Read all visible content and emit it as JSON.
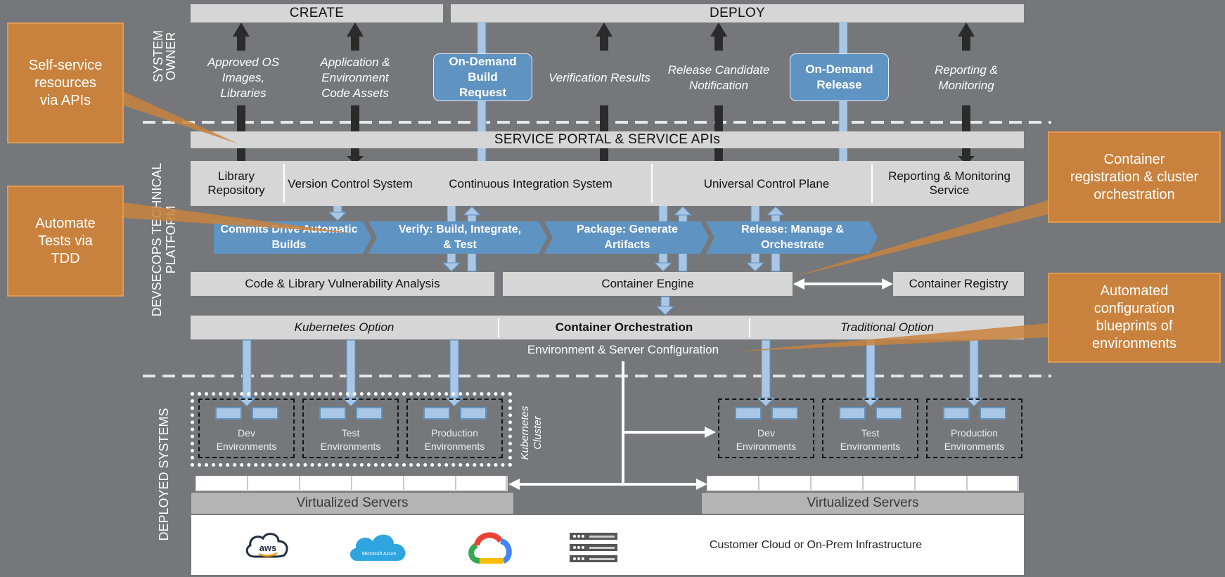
{
  "phases": {
    "create": "CREATE",
    "deploy": "DEPLOY"
  },
  "side_labels": {
    "system_owner": [
      "SYSTEM",
      "OWNER"
    ],
    "devsecops": [
      "DEVSECOPS TECHNICAL",
      "PLATFORM"
    ],
    "deployed": "DEPLOYED SYSTEMS"
  },
  "owner_items": [
    {
      "lines": [
        "Approved OS",
        "Images,",
        "Libraries"
      ]
    },
    {
      "lines": [
        "Application &",
        "Environment",
        "Code Assets"
      ]
    },
    {
      "lines": [
        "Verification Results"
      ]
    },
    {
      "lines": [
        "Release Candidate",
        "Notification"
      ]
    },
    {
      "lines": [
        "Reporting &",
        "Monitoring"
      ]
    }
  ],
  "on_demand": {
    "build": [
      "On-Demand Build",
      "Request"
    ],
    "release": [
      "On-Demand",
      "Release"
    ]
  },
  "portal": "SERVICE PORTAL & SERVICE APIs",
  "services": {
    "library": [
      "Library",
      "Repository"
    ],
    "vcs": "Version Control System",
    "ci": "Continuous Integration System",
    "ucp": "Universal Control Plane",
    "reporting": [
      "Reporting & Monitoring",
      "Service"
    ]
  },
  "pipeline": [
    [
      "Commits Drive Automatic",
      "Builds"
    ],
    [
      "Verify: Build, Integrate,",
      "& Test"
    ],
    [
      "Package: Generate",
      "Artifacts"
    ],
    [
      "Release: Manage &",
      "Orchestrate"
    ]
  ],
  "engines": {
    "vuln": "Code & Library Vulnerability Analysis",
    "container_engine": "Container Engine",
    "registry": "Container Registry"
  },
  "orchestration": {
    "kubernetes": "Kubernetes Option",
    "center": "Container Orchestration",
    "traditional": "Traditional Option",
    "env_config": "Environment & Server Configuration"
  },
  "kubernetes_cluster": [
    "Kubernetes",
    "Cluster"
  ],
  "environments_left": [
    {
      "lines": [
        "Dev",
        "Environments"
      ]
    },
    {
      "lines": [
        "Test",
        "Environments"
      ]
    },
    {
      "lines": [
        "Production",
        "Environments"
      ]
    }
  ],
  "environments_right": [
    {
      "lines": [
        "Dev",
        "Environments"
      ]
    },
    {
      "lines": [
        "Test",
        "Environments"
      ]
    },
    {
      "lines": [
        "Production",
        "Environments"
      ]
    }
  ],
  "virtualized_servers": {
    "left": "Virtualized Servers",
    "right": "Virtualized Servers"
  },
  "infrastructure": {
    "label": "Customer Cloud or On-Prem Infrastructure",
    "logos": [
      "aws-logo",
      "microsoft-azure-logo",
      "google-cloud-logo",
      "server-rack-icon"
    ],
    "aws_text": "aws",
    "azure_text": "Microsoft Azure"
  },
  "callouts": {
    "self_service": [
      "Self-service",
      "resources",
      "via APIs"
    ],
    "automate_tests": [
      "Automate",
      "Tests via",
      "TDD"
    ],
    "container_reg": [
      "Container",
      "registration & cluster",
      "orchestration"
    ],
    "automated_config": [
      "Automated",
      "configuration",
      "blueprints of",
      "environments"
    ]
  },
  "colors": {
    "background": "#76777a",
    "bar": "#d6d6d6",
    "pipeline_blue": "#5f93c2",
    "callout_orange": "#c9823d",
    "arrow_dark": "#2b2b2b",
    "arrow_light": "#a9c7e4"
  }
}
